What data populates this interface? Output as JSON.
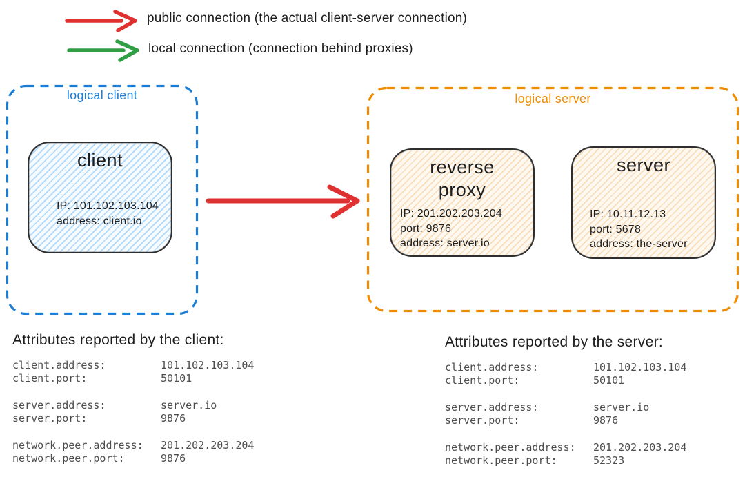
{
  "colors": {
    "public_arrow": "#e03131",
    "local_arrow": "#2f9e44",
    "logical_client_border": "#1c7ed6",
    "logical_server_border": "#f08c00",
    "client_node_fill": "#d7eafc",
    "server_node_fill": "#faeedb",
    "ink": "#1e1e1e",
    "mono_text": "#4d4d4d"
  },
  "legend": {
    "items": [
      {
        "icon": "public-connection-arrow",
        "color": "#e03131",
        "label": "public connection (the actual client-server connection)"
      },
      {
        "icon": "local-connection-arrow",
        "color": "#2f9e44",
        "label": "local connection (connection behind proxies)"
      }
    ]
  },
  "diagram": {
    "logical_client": {
      "label": "logical client",
      "nodes": [
        {
          "title": "client",
          "lines": [
            "IP: 101.102.103.104",
            "address: client.io"
          ]
        }
      ]
    },
    "connection": {
      "type": "public connection",
      "from": "client",
      "to": "logical server"
    },
    "logical_server": {
      "label": "logical server",
      "nodes": [
        {
          "title": "reverse proxy",
          "lines": [
            "IP: 201.202.203.204",
            "port: 9876",
            "address: server.io"
          ]
        },
        {
          "title": "server",
          "lines": [
            "IP: 10.11.12.13",
            "port: 5678",
            "address: the-server"
          ]
        }
      ]
    }
  },
  "attributes": {
    "client": {
      "heading": "Attributes reported by the client:",
      "groups": [
        {
          "rows": [
            {
              "key": "client.address:",
              "value": "101.102.103.104"
            },
            {
              "key": "client.port:",
              "value": "50101"
            }
          ]
        },
        {
          "rows": [
            {
              "key": "server.address:",
              "value": "server.io"
            },
            {
              "key": "server.port:",
              "value": "9876"
            }
          ]
        },
        {
          "rows": [
            {
              "key": "network.peer.address:",
              "value": "201.202.203.204"
            },
            {
              "key": "network.peer.port:",
              "value": "9876"
            }
          ]
        }
      ]
    },
    "server": {
      "heading": "Attributes reported by the server:",
      "groups": [
        {
          "rows": [
            {
              "key": "client.address:",
              "value": "101.102.103.104"
            },
            {
              "key": "client.port:",
              "value": "50101"
            }
          ]
        },
        {
          "rows": [
            {
              "key": "server.address:",
              "value": "server.io"
            },
            {
              "key": "server.port:",
              "value": "9876"
            }
          ]
        },
        {
          "rows": [
            {
              "key": "network.peer.address:",
              "value": "201.202.203.204"
            },
            {
              "key": "network.peer.port:",
              "value": "52323"
            }
          ]
        }
      ]
    }
  }
}
